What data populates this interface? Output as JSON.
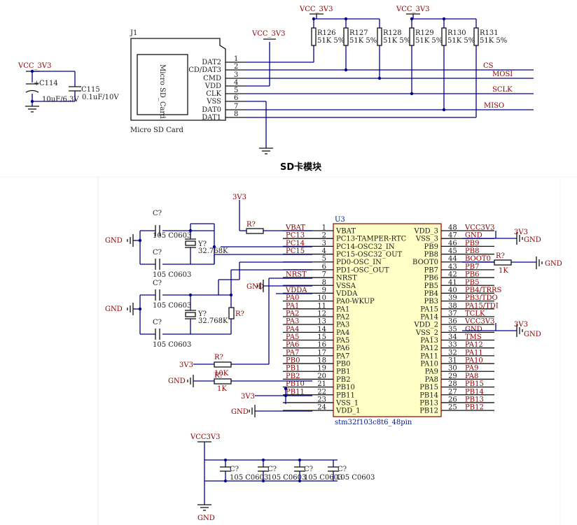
{
  "sd_section": {
    "title": "SD卡模块",
    "connector": {
      "ref": "J1",
      "inner_label": "Micro SD_Card",
      "caption": "Micro SD Card"
    },
    "pins": [
      {
        "num": "1",
        "name": "DAT2"
      },
      {
        "num": "2",
        "name": "CD/DAT3"
      },
      {
        "num": "3",
        "name": "CMD"
      },
      {
        "num": "4",
        "name": "VDD"
      },
      {
        "num": "5",
        "name": "CLK"
      },
      {
        "num": "6",
        "name": "VSS"
      },
      {
        "num": "7",
        "name": "DAT0"
      },
      {
        "num": "8",
        "name": "DAT1"
      }
    ],
    "power": [
      "VCC_3V3",
      "VCC_3V3",
      "VCC_3V3",
      "VCC_3V3"
    ],
    "caps": [
      {
        "ref": "C114",
        "value": "10uF/6.3V"
      },
      {
        "ref": "C115",
        "value": "0.1uF/10V"
      }
    ],
    "resistors": [
      {
        "ref": "R126",
        "value": "51K 5%"
      },
      {
        "ref": "R127",
        "value": "51K 5%"
      },
      {
        "ref": "R128",
        "value": "51K 5%"
      },
      {
        "ref": "R129",
        "value": "51K 5%"
      },
      {
        "ref": "R130",
        "value": "51K 5%"
      },
      {
        "ref": "R131",
        "value": "51K 5%"
      }
    ],
    "nets": [
      "CS",
      "MOSI",
      "SCLK",
      "MISO"
    ]
  },
  "mcu_section": {
    "ref": "U3",
    "part": "stm32f103c8t6_48pin",
    "left_pins": [
      {
        "num": "1",
        "name": "VBAT",
        "net": "VBAT"
      },
      {
        "num": "2",
        "name": "PC13-TAMPER-RTC",
        "net": "PC13"
      },
      {
        "num": "3",
        "name": "PC14-OSC32_IN",
        "net": "PC14"
      },
      {
        "num": "4",
        "name": "PC15-OSC32_OUT",
        "net": "PC15"
      },
      {
        "num": "5",
        "name": "PD0-OSC_IN",
        "net": ""
      },
      {
        "num": "6",
        "name": "PD1-OSC_OUT",
        "net": ""
      },
      {
        "num": "7",
        "name": "NRST",
        "net": "NRST"
      },
      {
        "num": "8",
        "name": "VSSA",
        "net": ""
      },
      {
        "num": "9",
        "name": "VDDA",
        "net": "VDDA"
      },
      {
        "num": "10",
        "name": "PA0-WKUP",
        "net": "PA0"
      },
      {
        "num": "11",
        "name": "PA1",
        "net": "PA1"
      },
      {
        "num": "12",
        "name": "PA2",
        "net": "PA2"
      },
      {
        "num": "13",
        "name": "PA3",
        "net": "PA3"
      },
      {
        "num": "14",
        "name": "PA4",
        "net": "PA4"
      },
      {
        "num": "15",
        "name": "PA5",
        "net": "PA5"
      },
      {
        "num": "16",
        "name": "PA6",
        "net": "PA6"
      },
      {
        "num": "17",
        "name": "PA7",
        "net": "PA7"
      },
      {
        "num": "18",
        "name": "PB0",
        "net": "PB0"
      },
      {
        "num": "19",
        "name": "PB1",
        "net": "PB1"
      },
      {
        "num": "20",
        "name": "PB2",
        "net": "PB2"
      },
      {
        "num": "21",
        "name": "PB10",
        "net": "PB10"
      },
      {
        "num": "22",
        "name": "PB11",
        "net": "PB11"
      },
      {
        "num": "23",
        "name": "VSS_1",
        "net": ""
      },
      {
        "num": "24",
        "name": "VDD_1",
        "net": ""
      }
    ],
    "right_pins": [
      {
        "num": "48",
        "name": "VDD_3",
        "net": "VCC3V3"
      },
      {
        "num": "47",
        "name": "VSS_3",
        "net": "GND"
      },
      {
        "num": "46",
        "name": "PB9",
        "net": "PB9"
      },
      {
        "num": "45",
        "name": "PB8",
        "net": "PB8"
      },
      {
        "num": "44",
        "name": "BOOT0",
        "net": "BOOT0"
      },
      {
        "num": "43",
        "name": "PB7",
        "net": "PB7"
      },
      {
        "num": "42",
        "name": "PB6",
        "net": "PB6"
      },
      {
        "num": "41",
        "name": "PB5",
        "net": "PB5"
      },
      {
        "num": "40",
        "name": "PB4",
        "net": "PB4/TRRS"
      },
      {
        "num": "39",
        "name": "PB3",
        "net": "PB3/TDO"
      },
      {
        "num": "38",
        "name": "PA15",
        "net": "PA15/TDI"
      },
      {
        "num": "37",
        "name": "PA14",
        "net": "TCLK"
      },
      {
        "num": "36",
        "name": "VDD_2",
        "net": "VCC3V3"
      },
      {
        "num": "35",
        "name": "VSS_2",
        "net": "GND"
      },
      {
        "num": "34",
        "name": "PA13",
        "net": "TMS"
      },
      {
        "num": "33",
        "name": "PA12",
        "net": "PA12"
      },
      {
        "num": "32",
        "name": "PA11",
        "net": "PA11"
      },
      {
        "num": "31",
        "name": "PA10",
        "net": "PA10"
      },
      {
        "num": "30",
        "name": "PA9",
        "net": "PA9"
      },
      {
        "num": "29",
        "name": "PA8",
        "net": "PA8"
      },
      {
        "num": "28",
        "name": "PB15",
        "net": "PB15"
      },
      {
        "num": "27",
        "name": "PB14",
        "net": "PB14"
      },
      {
        "num": "26",
        "name": "PB13",
        "net": "PB13"
      },
      {
        "num": "25",
        "name": "PB12",
        "net": "PB12"
      }
    ],
    "labels": {
      "r_ref": "R?",
      "c_ref": "C?",
      "y_ref": "Y?",
      "cap_val": "105 C0603",
      "crystal_val": "32.768K",
      "r_1k": "1K",
      "r_10k": "10K",
      "gnd": "GND",
      "v3v3": "3V3",
      "vcc3v3": "VCC3V3"
    }
  }
}
